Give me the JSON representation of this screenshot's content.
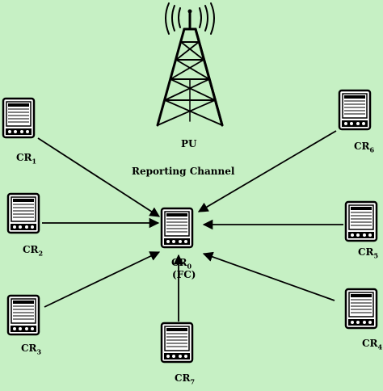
{
  "primary_user": {
    "label": "PU",
    "icon": "transmission-tower-icon"
  },
  "channel_label": "Reporting Channel",
  "fusion_center": {
    "label_main": "CR",
    "label_sub": "0",
    "label_role": "(FC)",
    "icon": "pda-device-icon"
  },
  "cognitive_radios": [
    {
      "id": "cr1",
      "label": "CR",
      "sub": "1",
      "icon": "pda-device-icon"
    },
    {
      "id": "cr2",
      "label": "CR",
      "sub": "2",
      "icon": "pda-device-icon"
    },
    {
      "id": "cr3",
      "label": "CR",
      "sub": "3",
      "icon": "pda-device-icon"
    },
    {
      "id": "cr4",
      "label": "CR",
      "sub": "4",
      "icon": "pda-device-icon"
    },
    {
      "id": "cr5",
      "label": "CR",
      "sub": "5",
      "icon": "pda-device-icon"
    },
    {
      "id": "cr6",
      "label": "CR",
      "sub": "6",
      "icon": "pda-device-icon"
    },
    {
      "id": "cr7",
      "label": "CR",
      "sub": "7",
      "icon": "pda-device-icon"
    }
  ],
  "colors": {
    "background": "#c6f0c4",
    "ink": "#000000"
  }
}
